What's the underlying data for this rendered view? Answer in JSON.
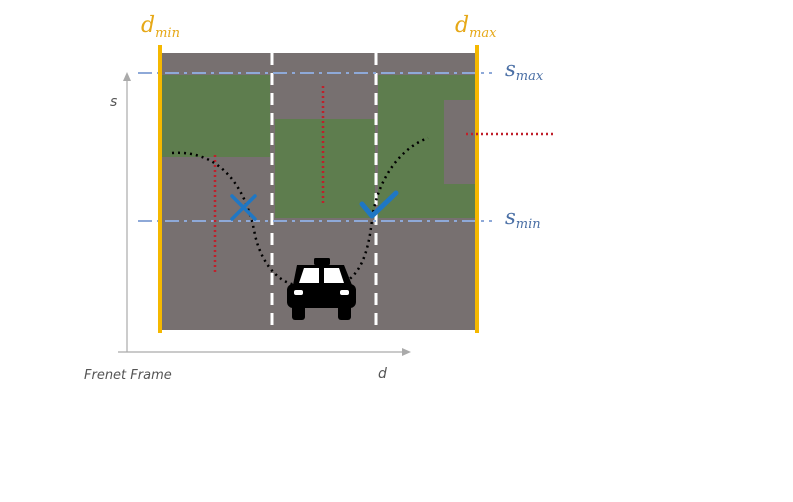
{
  "labels": {
    "d_min": {
      "base": "d",
      "sub": "min"
    },
    "d_max": {
      "base": "d",
      "sub": "max"
    },
    "s_max": {
      "base": "s",
      "sub": "max"
    },
    "s_min": {
      "base": "s",
      "sub": "min"
    },
    "axis_s": "s",
    "axis_d": "d",
    "frame": "Frenet Frame"
  },
  "colors": {
    "road": "#777070",
    "grass": "#5e7d4e",
    "boundary": "#f5b800",
    "dash_line": "#8ea9d8",
    "red_dotted": "#c0202b",
    "path": "#000000",
    "mark": "#1f77c4",
    "axis": "#aaaaaa"
  },
  "icons": [
    "taxi-icon",
    "cross-mark-icon",
    "check-mark-icon"
  ]
}
